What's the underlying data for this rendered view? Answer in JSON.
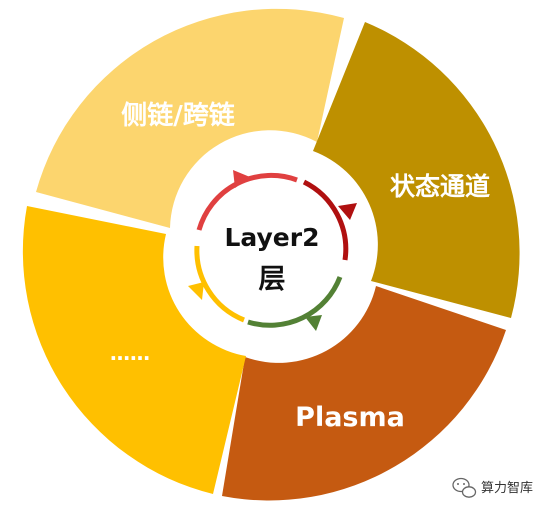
{
  "segments": [
    {
      "label": "侧链/跨链",
      "color": "#FCD56E"
    },
    {
      "label": "状态通道",
      "color": "#BE9000"
    },
    {
      "label": "Plasma",
      "color": "#C55A11"
    },
    {
      "label": "……",
      "color": "#FFC000"
    }
  ],
  "center": {
    "line1": "Layer2",
    "line2": "层"
  },
  "ring_colors": [
    "#E04040",
    "#B01010",
    "#538135",
    "#FFC000"
  ],
  "watermark": {
    "text": "算力智库",
    "icon": "wechat-icon"
  }
}
